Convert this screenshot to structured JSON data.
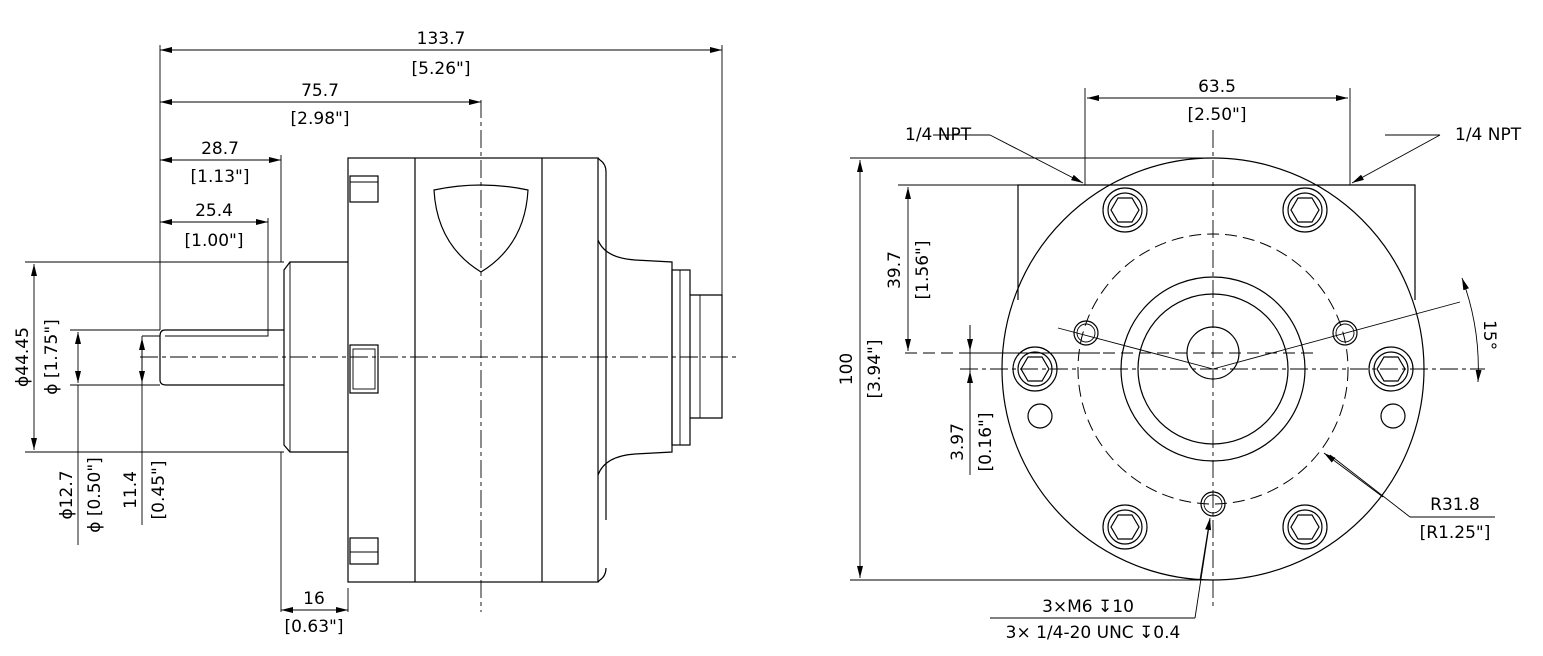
{
  "side_view": {
    "dims": {
      "overall_mm": "133.7",
      "overall_in": "[5.26\"]",
      "center_mm": "75.7",
      "center_in": "[2.98\"]",
      "shaft_mm": "28.7",
      "shaft_in": "[1.13\"]",
      "key_mm": "25.4",
      "key_in": "[1.00\"]",
      "pilot_dia_mm": "ϕ44.45",
      "pilot_dia_in": "ϕ [1.75\"]",
      "shaft_dia_mm": "ϕ12.7",
      "shaft_dia_in": "ϕ [0.50\"]",
      "flat_mm": "11.4",
      "flat_in": "[0.45\"]",
      "pilot_len_mm": "16",
      "pilot_len_in": "[0.63\"]"
    }
  },
  "front_view": {
    "dims": {
      "port_spacing_mm": "63.5",
      "port_spacing_in": "[2.50\"]",
      "port_left": "1/4 NPT",
      "port_right": "1/4 NPT",
      "height_mm": "100",
      "height_in": "[3.94\"]",
      "port_height_mm": "39.7",
      "port_height_in": "[1.56\"]",
      "offset_mm": "3.97",
      "offset_in": "[0.16\"]",
      "angle": "15°",
      "radius_mm": "R31.8",
      "radius_in": "[R1.25\"]",
      "thread_metric": "3×M6 ↧10",
      "thread_imperial": "3× 1/4-20 UNC ↧0.4"
    }
  }
}
